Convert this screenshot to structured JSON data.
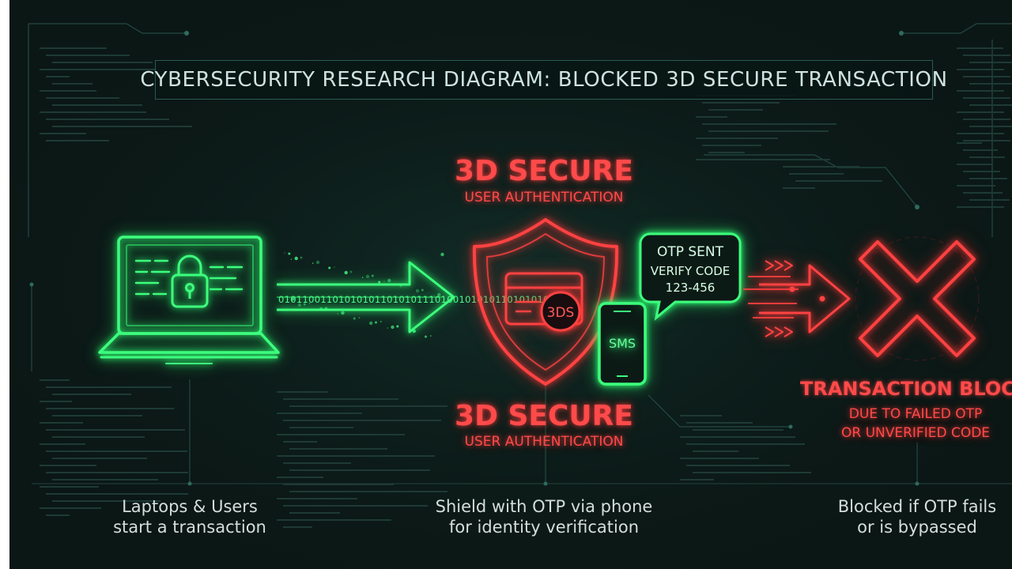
{
  "diagram": {
    "title": "CYBERSECURITY RESEARCH DIAGRAM: BLOCKED 3D SECURE TRANSACTION",
    "auth_top": {
      "heading": "3D SECURE",
      "subheading": "USER AUTHENTICATION"
    },
    "auth_bottom": {
      "heading": "3D SECURE",
      "subheading": "USER AUTHENTICATION"
    },
    "shield_badge": "3DS",
    "phone_label": "SMS",
    "otp_bubble": {
      "line1": "OTP SENT",
      "line2": "VERIFY CODE",
      "line3": "123-456"
    },
    "arrow_binary": "0101100110101010110101011101001010101101010101",
    "blocked": {
      "heading": "TRANSACTION BLOCKED",
      "line1": "DUE TO FAILED OTP",
      "line2": "OR UNVERIFIED CODE"
    },
    "captions": [
      {
        "line1": "Laptops & Users",
        "line2": "start a transaction"
      },
      {
        "line1": "Shield with OTP via phone",
        "line2": "for identity verification"
      },
      {
        "line1": "Blocked if OTP fails",
        "line2": "or is bypassed"
      }
    ],
    "colors": {
      "green": "#2dff73",
      "red": "#ff3b3b",
      "background": "#0b1715"
    },
    "icons": [
      "laptop-icon",
      "padlock-icon",
      "shield-icon",
      "credit-card-icon",
      "phone-icon",
      "x-mark-icon"
    ]
  }
}
